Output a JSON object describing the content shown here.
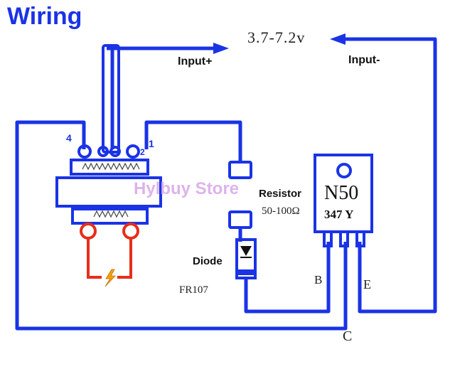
{
  "title": "Wiring",
  "voltage": "3.7-7.2v",
  "input_plus": "Input+",
  "input_minus": "Input-",
  "pin_4": "4",
  "pin_1": "1",
  "pin_2": "2",
  "resistor_label": "Resistor",
  "resistor_value": "50-100Ω",
  "diode_label": "Diode",
  "diode_part": "FR107",
  "transistor_name": "N50",
  "transistor_code": "347 Y",
  "pin_b": "B",
  "pin_e": "E",
  "pin_c": "C",
  "watermark": "Hylbuy Store",
  "colors": {
    "wire": "#1a33e6",
    "title": "#1a33e6",
    "hv_output": "#e62e1a",
    "spark": "#f5a000"
  }
}
